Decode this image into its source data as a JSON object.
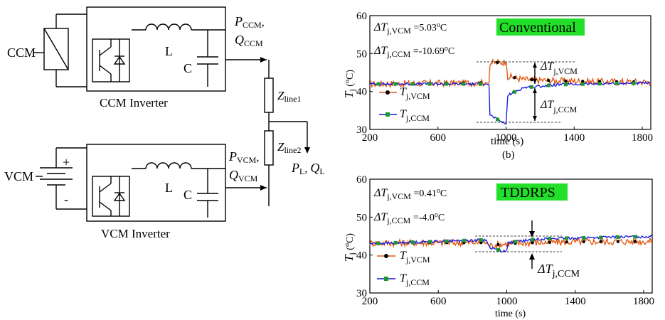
{
  "circuit": {
    "ccm_label": "CCM",
    "vcm_label": "VCM",
    "inductor_label": "L",
    "capacitor_label": "C",
    "ccm_inverter_label": "CCM Inverter",
    "vcm_inverter_label": "VCM Inverter",
    "p_ccm": "P",
    "p_ccm_sub": "CCM",
    "q_ccm": "Q",
    "q_ccm_sub": "CCM",
    "p_vcm": "P",
    "p_vcm_sub": "VCM",
    "q_vcm": "Q",
    "q_vcm_sub": "VCM",
    "z1": "Z",
    "z1_sub": "line1",
    "z2": "Z",
    "z2_sub": "line2",
    "pl": "P",
    "pl_sub": "L",
    "ql": "Q",
    "ql_sub": "L",
    "battery_plus": "+",
    "battery_minus": "-"
  },
  "chart_data": [
    {
      "type": "line",
      "badge": "Conventional",
      "panel_label": "(b)",
      "xlabel": "time (s)",
      "ylabel": "T",
      "ylabel_sub": "j",
      "ylabel_unit": "(oC)",
      "xlim": [
        200,
        1850
      ],
      "ylim": [
        30,
        60
      ],
      "xticks": [
        200,
        600,
        1000,
        1400,
        1800
      ],
      "yticks": [
        30,
        40,
        50,
        60
      ],
      "annotations": [
        {
          "pre": "ΔT",
          "sub": "j,VCM",
          "post": " =5.03",
          "sup": "o",
          "unit": "C"
        },
        {
          "pre": "ΔT",
          "sub": "j,CCM",
          "post": " =-10.69",
          "sup": "o",
          "unit": "C"
        }
      ],
      "delta_labels": [
        "ΔT",
        "j,VCM",
        "ΔT",
        "j,CCM"
      ],
      "series": [
        {
          "name": "T",
          "name_sub": "j,VCM",
          "color": "#e0560f",
          "points": [
            [
              200,
              42.0
            ],
            [
              880,
              42.3
            ],
            [
              900,
              42.2
            ],
            [
              905,
              47.5
            ],
            [
              1000,
              47.8
            ],
            [
              1010,
              44.0
            ],
            [
              1100,
              43.2
            ],
            [
              1300,
              42.8
            ],
            [
              1600,
              42.6
            ],
            [
              1850,
              42.5
            ]
          ]
        },
        {
          "name": "T",
          "name_sub": "j,CCM",
          "color": "#1515e0",
          "points": [
            [
              200,
              42.0
            ],
            [
              880,
              42.0
            ],
            [
              900,
              41.8
            ],
            [
              905,
              33.8
            ],
            [
              990,
              31.6
            ],
            [
              1000,
              31.4
            ],
            [
              1010,
              39.0
            ],
            [
              1100,
              41.0
            ],
            [
              1300,
              41.8
            ],
            [
              1600,
              42.1
            ],
            [
              1850,
              42.2
            ]
          ]
        }
      ]
    },
    {
      "type": "line",
      "badge": "TDDRPS",
      "xlabel": "time (s)",
      "ylabel": "T",
      "ylabel_sub": "j",
      "ylabel_unit": "(oC)",
      "xlim": [
        200,
        1850
      ],
      "ylim": [
        30,
        60
      ],
      "xticks": [
        200,
        600,
        1000,
        1400,
        1800
      ],
      "yticks": [
        30,
        40,
        50,
        60
      ],
      "annotations": [
        {
          "pre": "ΔT",
          "sub": "j,VCM",
          "post": " =0.41",
          "sup": "o",
          "unit": "C"
        },
        {
          "pre": "ΔT",
          "sub": "j,CCM",
          "post": " =-4.0",
          "sup": "o",
          "unit": "C"
        }
      ],
      "delta_labels": [
        "ΔT",
        "j,CCM"
      ],
      "series": [
        {
          "name": "T",
          "name_sub": "j,VCM",
          "color": "#e0560f",
          "points": [
            [
              200,
              43.2
            ],
            [
              880,
              43.3
            ],
            [
              900,
              42.5
            ],
            [
              1000,
              43.0
            ],
            [
              1100,
              43.2
            ],
            [
              1400,
              43.5
            ],
            [
              1850,
              43.6
            ]
          ]
        },
        {
          "name": "T",
          "name_sub": "j,CCM",
          "color": "#1515e0",
          "points": [
            [
              200,
              43.0
            ],
            [
              880,
              44.0
            ],
            [
              900,
              42.0
            ],
            [
              990,
              40.9
            ],
            [
              1000,
              41.3
            ],
            [
              1010,
              43.3
            ],
            [
              1200,
              44.3
            ],
            [
              1500,
              44.6
            ],
            [
              1850,
              44.9
            ]
          ]
        }
      ]
    }
  ]
}
